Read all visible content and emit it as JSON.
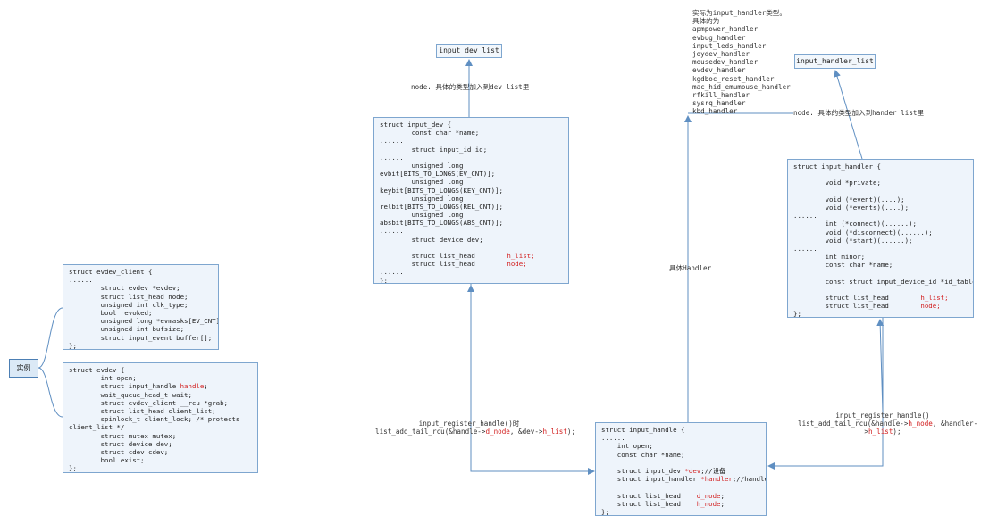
{
  "root_label": "实例",
  "evdev_client": {
    "lines": [
      [
        {
          "t": "struct evdev_client {"
        }
      ],
      [
        {
          "t": "......"
        }
      ],
      [
        {
          "t": "        struct evdev *evdev;"
        }
      ],
      [
        {
          "t": "        struct list_head node;"
        }
      ],
      [
        {
          "t": "        unsigned int clk_type;"
        }
      ],
      [
        {
          "t": "        bool revoked;"
        }
      ],
      [
        {
          "t": "        unsigned long *evmasks[EV_CNT];"
        }
      ],
      [
        {
          "t": "        unsigned int bufsize;"
        }
      ],
      [
        {
          "t": "        struct input_event buffer[];"
        }
      ],
      [
        {
          "t": "};"
        }
      ]
    ]
  },
  "evdev": {
    "lines": [
      [
        {
          "t": "struct evdev {"
        }
      ],
      [
        {
          "t": "        int open;"
        }
      ],
      [
        {
          "t": "        struct input_handle "
        },
        {
          "t": "handle",
          "red": true
        },
        {
          "t": ";"
        }
      ],
      [
        {
          "t": "        wait_queue_head_t wait;"
        }
      ],
      [
        {
          "t": "        struct evdev_client __rcu *grab;"
        }
      ],
      [
        {
          "t": "        struct list_head client_list;"
        }
      ],
      [
        {
          "t": "        spinlock_t client_lock; /* protects"
        }
      ],
      [
        {
          "t": "client_list */"
        }
      ],
      [
        {
          "t": "        struct mutex mutex;"
        }
      ],
      [
        {
          "t": "        struct device dev;"
        }
      ],
      [
        {
          "t": "        struct cdev cdev;"
        }
      ],
      [
        {
          "t": "        bool exist;"
        }
      ],
      [
        {
          "t": "};"
        }
      ]
    ]
  },
  "input_dev_list": "input_dev_list",
  "input_handler_list": "input_handler_list",
  "label_dev_node": "node. 具体的类型加入到dev list里",
  "label_handler_node": "node. 具体的类型加入到hander list里",
  "label_specific_handler": "具体Handler",
  "handler_types": [
    "实际为input_handler类型。",
    "具体的为",
    "apmpower_handler",
    "evbug_handler",
    "input_leds_handler",
    "joydev_handler",
    "mousedev_handler",
    "evdev_handler",
    "kgdboc_reset_handler",
    "mac_hid_emumouse_handler",
    "rfkill_handler",
    "sysrq_handler",
    "kbd_handler"
  ],
  "input_dev": {
    "lines": [
      [
        {
          "t": "struct input_dev {"
        }
      ],
      [
        {
          "t": "        const char *name;"
        }
      ],
      [
        {
          "t": "......"
        }
      ],
      [
        {
          "t": "        struct input_id id;"
        }
      ],
      [
        {
          "t": "......"
        }
      ],
      [
        {
          "t": "        unsigned long"
        }
      ],
      [
        {
          "t": "evbit[BITS_TO_LONGS(EV_CNT)];"
        }
      ],
      [
        {
          "t": "        unsigned long"
        }
      ],
      [
        {
          "t": "keybit[BITS_TO_LONGS(KEY_CNT)];"
        }
      ],
      [
        {
          "t": "        unsigned long"
        }
      ],
      [
        {
          "t": "relbit[BITS_TO_LONGS(REL_CNT)];"
        }
      ],
      [
        {
          "t": "        unsigned long"
        }
      ],
      [
        {
          "t": "absbit[BITS_TO_LONGS(ABS_CNT)];"
        }
      ],
      [
        {
          "t": "......"
        }
      ],
      [
        {
          "t": "        struct device dev;"
        }
      ],
      [
        {
          "t": ""
        }
      ],
      [
        {
          "t": "        struct list_head        "
        },
        {
          "t": "h_list;",
          "red": true
        }
      ],
      [
        {
          "t": "        struct list_head        "
        },
        {
          "t": "node;",
          "red": true
        }
      ],
      [
        {
          "t": "......"
        }
      ],
      [
        {
          "t": "};"
        }
      ]
    ]
  },
  "input_handler": {
    "lines": [
      [
        {
          "t": "struct input_handler {"
        }
      ],
      [
        {
          "t": ""
        }
      ],
      [
        {
          "t": "        void *private;"
        }
      ],
      [
        {
          "t": ""
        }
      ],
      [
        {
          "t": "        void (*event)(....);"
        }
      ],
      [
        {
          "t": "        void (*events)(....);"
        }
      ],
      [
        {
          "t": "......"
        }
      ],
      [
        {
          "t": "        int (*connect)(......);"
        }
      ],
      [
        {
          "t": "        void (*disconnect)(......);"
        }
      ],
      [
        {
          "t": "        void (*start)(......);"
        }
      ],
      [
        {
          "t": "......"
        }
      ],
      [
        {
          "t": "        int minor;"
        }
      ],
      [
        {
          "t": "        const char *name;"
        }
      ],
      [
        {
          "t": ""
        }
      ],
      [
        {
          "t": "        const struct input_device_id *id_table;"
        }
      ],
      [
        {
          "t": ""
        }
      ],
      [
        {
          "t": "        struct list_head        "
        },
        {
          "t": "h_list;",
          "red": true
        }
      ],
      [
        {
          "t": "        struct list_head        "
        },
        {
          "t": "node;",
          "red": true
        }
      ],
      [
        {
          "t": "};"
        }
      ]
    ]
  },
  "input_handle": {
    "lines": [
      [
        {
          "t": "struct input_handle {"
        }
      ],
      [
        {
          "t": "......"
        }
      ],
      [
        {
          "t": "    int open;"
        }
      ],
      [
        {
          "t": "    const char *name;"
        }
      ],
      [
        {
          "t": ""
        }
      ],
      [
        {
          "t": "    struct input_dev "
        },
        {
          "t": "*dev",
          "red": true
        },
        {
          "t": ";//设备"
        }
      ],
      [
        {
          "t": "    struct input_handler "
        },
        {
          "t": "*handler",
          "red": true
        },
        {
          "t": ";//handler"
        }
      ],
      [
        {
          "t": ""
        }
      ],
      [
        {
          "t": "    struct list_head    "
        },
        {
          "t": "d_node",
          "red": true
        },
        {
          "t": ";"
        }
      ],
      [
        {
          "t": "    struct list_head    "
        },
        {
          "t": "h_node",
          "red": true
        },
        {
          "t": ";"
        }
      ],
      [
        {
          "t": "};"
        }
      ]
    ]
  },
  "reg_left": [
    [
      {
        "t": "input_register_handle()时"
      }
    ],
    [
      {
        "t": "list_add_tail_rcu(&handle->"
      },
      {
        "t": "d_node",
        "red": true
      },
      {
        "t": ", &dev->"
      },
      {
        "t": "h_list",
        "red": true
      },
      {
        "t": ");"
      }
    ]
  ],
  "reg_right": [
    [
      {
        "t": "input_register_handle()"
      }
    ],
    [
      {
        "t": "list_add_tail_rcu(&handle->"
      },
      {
        "t": "h_node",
        "red": true
      },
      {
        "t": ", &handler-"
      }
    ],
    [
      {
        "t": ">"
      },
      {
        "t": "h_list",
        "red": true
      },
      {
        "t": ");"
      }
    ]
  ],
  "colors": {
    "box_fill": "#eef4fb",
    "box_border": "#7ea6cf",
    "wire": "#5f8fc2",
    "red": "#d21e1e"
  }
}
